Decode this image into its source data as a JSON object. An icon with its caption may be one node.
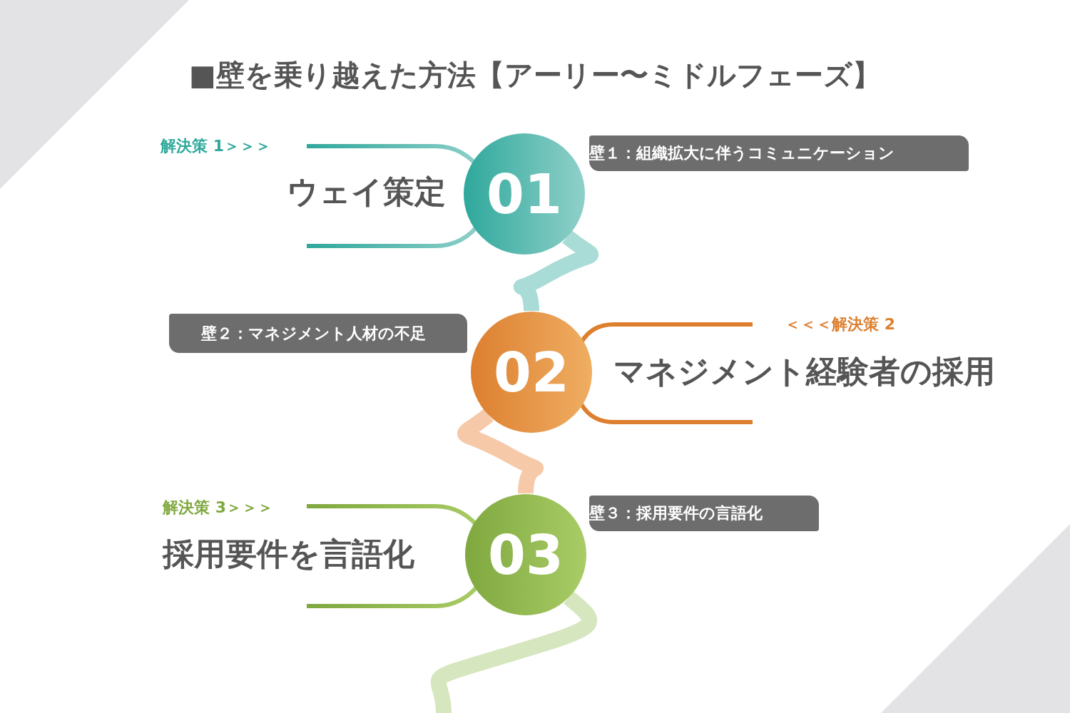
{
  "diagram": {
    "title": "■壁を乗り越えた方法【アーリー〜ミドルフェーズ】",
    "nodes": [
      {
        "text": [
          "01"
        ]
      },
      {
        "text": [
          "壁１：組織拡大に伴うコミュニケーション"
        ]
      },
      {
        "text": [
          "解決策 1＞＞＞",
          "ウェイ策定"
        ]
      },
      {
        "text": [
          "02"
        ]
      },
      {
        "text": [
          "壁２：マネジメント人材の不足"
        ]
      },
      {
        "text": [
          "＜＜＜解決策 2",
          "マネジメント経験者の採用"
        ]
      },
      {
        "text": [
          "03"
        ]
      },
      {
        "text": [
          "壁３：採用要件の言語化"
        ]
      },
      {
        "text": [
          "解決策 3＞＞＞",
          "採用要件を言語化"
        ]
      }
    ],
    "edges": [
      {
        "from": 0,
        "to": 3,
        "arrow": "none"
      },
      {
        "from": 3,
        "to": 6,
        "arrow": "none"
      },
      {
        "from": 6,
        "to": null,
        "arrow": "none"
      }
    ]
  }
}
